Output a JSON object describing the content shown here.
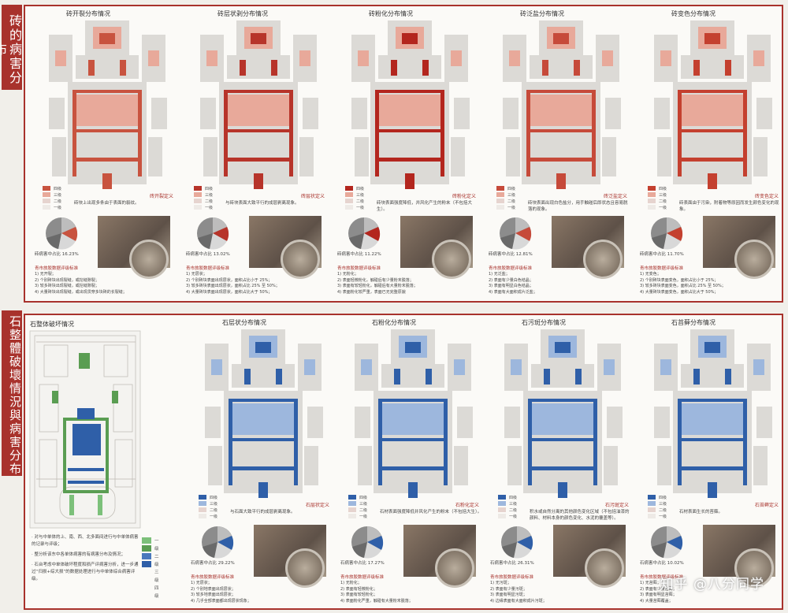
{
  "brick_section": {
    "label": "砖的病害分布",
    "panels": [
      {
        "title": "砖开裂分布情况",
        "def_title": "砖开裂定义",
        "definition": "砖块上出现多条由于表面的裂纹。",
        "ratio": "砖病害中占比 16.23%",
        "std_title": "青市旅胶数据评级标准",
        "levels": [
          "1) 无开裂；",
          "2) 个别砖块出现裂缝，或挖缝隙裂；",
          "3) 较多砖块出现裂缝，或挖缝隙裂；",
          "4) 大量砖块出现裂缝，或出现贯穿多块砖的长裂缝；"
        ],
        "color": "#c8533f"
      },
      {
        "title": "砖层状剥分布情况",
        "def_title": "砖层状定义",
        "definition": "与砖块表面大致平行的成层剥离现象。",
        "ratio": "砖病害中占比 13.02%",
        "std_title": "青市旅胶数据评级标准",
        "levels": [
          "1) 无层状；",
          "2) 个别砖块表面出现层状，面积占比小于 25%；",
          "3) 较多砖块表面出现层状，面积占比 25% 至 50%；",
          "4) 大量砖块表面出现层状，面积占比大于 50%；"
        ],
        "color": "#b7342a"
      },
      {
        "title": "砖粉化分布情况",
        "def_title": "砖粉化定义",
        "definition": "砖块表面强度降低，并风化产生的粉末（不包括大生）。",
        "ratio": "砖病害中占比 11.22%",
        "std_title": "青市旅胶数据评级标准",
        "levels": [
          "1) 无粉化；",
          "2) 表面轻微粉化，触碰后有少量粉末脱落；",
          "3) 表面有较轻粉化，触碰后有大量粉末脱落；",
          "4) 表面粉化较严重，表面已无完整原貌"
        ],
        "color": "#b3261e"
      },
      {
        "title": "砖泛盐分布情况",
        "def_title": "砖泛盐定义",
        "definition": "砖块表面出现白色盐分，用手触碰后即状态且容易脱落的现象。",
        "ratio": "砖病害中占比 12.81%",
        "std_title": "青市旅胶数据评级标准",
        "levels": [
          "1) 无泛盐；",
          "2) 表面有少量白色结晶；",
          "3) 表面有明显白色结晶；",
          "4) 表面有大面积成片泛盐；"
        ],
        "color": "#c64a3a"
      },
      {
        "title": "砖变色分布情况",
        "def_title": "砖变色定义",
        "definition": "砖表面由于污染，附着物等原因而发生颜色变化的现象。",
        "ratio": "砖病害中占比 11.70%",
        "std_title": "青市旅胶数据评级标准",
        "levels": [
          "1) 无变色；",
          "2) 个别砖块表面变色，面积占比小于 25%；",
          "3) 较多砖块表面变色，面积占比 25% 至 50%；",
          "4) 大量砖块表面变色，面积占比大于 50%；"
        ],
        "color": "#c4402f"
      }
    ],
    "legend": [
      "四级",
      "三级",
      "二级",
      "一级"
    ]
  },
  "stone_section": {
    "label": "石整體破壞情況與病害分布",
    "overview": {
      "title": "石整体破坏情况",
      "notes": [
        "· 对与中单体的上、南、西、北多面间进行与中单体病害的记录与评级；",
        "· 整分析该东中各单体病害的有病害分布及情况；",
        "· 石台考虑中单体破坏程度和损产评病害分析，进一步通过“归损+综大损”的数据处理进行与中单体综合病害评级。"
      ],
      "legend": [
        "一级",
        "二级",
        "三级",
        "四级"
      ]
    },
    "panels": [
      {
        "title": "石层状分布情况",
        "def_title": "石层状定义",
        "definition": "与石面大致平行的成层剥离现象。",
        "ratio": "石病害中占比 29.22%",
        "std_title": "青市旅胶数据评级标准",
        "levels": [
          "1) 无层状；",
          "2) 个别地表面出现层状；",
          "3) 较多地表面出现层状；",
          "4) 几乎全部表面都出现层状现象；"
        ]
      },
      {
        "title": "石粉化分布情况",
        "def_title": "石粉化定义",
        "definition": "石材表面强度降低并风化产生的粉末（不包括大生）。",
        "ratio": "石病害中占比 17.27%",
        "std_title": "青市旅胶数据评级标准",
        "levels": [
          "1) 无粉化；",
          "2) 表面有轻微粉化；",
          "3) 表面有较轻粉化；",
          "4) 表面粉化严重，触碰有大量粉末脱落；"
        ]
      },
      {
        "title": "石污斑分布情况",
        "def_title": "石污斑定义",
        "definition": "积水或自然分离的其他颜色变化区域（不包括油漆的颜料、材料本身的颜色变化、水泥的覆盖等）。",
        "ratio": "石病害中占比 26.31%",
        "std_title": "青市旅胶数据评级标准",
        "levels": [
          "1) 无污斑；",
          "2) 表面有少量污斑；",
          "3) 表面有明显污斑；",
          "4) 边缘表面有大面积成片污斑；"
        ]
      },
      {
        "title": "石苔藓分布情况",
        "def_title": "石苔藓定义",
        "definition": "石材表面生长的苔藓。",
        "ratio": "石病害中占比 10.02%",
        "std_title": "青市旅胶数据评级标准",
        "levels": [
          "1) 无苔藓；",
          "2) 表面有少量苔藓；",
          "3) 表面有明显苔藓；",
          "4) 大量苔藓覆盖；"
        ]
      }
    ],
    "legend": [
      "四级",
      "三级",
      "二级",
      "一级"
    ]
  },
  "watermark": "知乎 @八分同学"
}
